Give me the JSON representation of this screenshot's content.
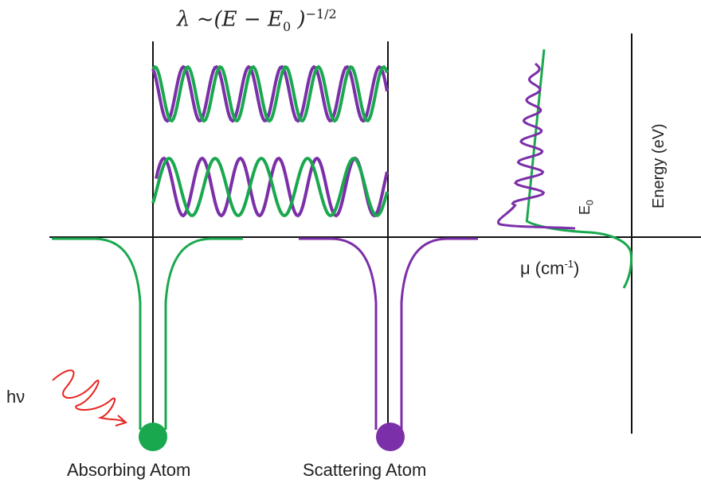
{
  "formula": {
    "lambda": "λ ~(",
    "e": "E − E",
    "sub": "0",
    "close": " )",
    "exp": "−1/2"
  },
  "labels": {
    "hv": "hν",
    "absorbing_atom": "Absorbing Atom",
    "scattering_atom": "Scattering Atom",
    "mu_prefix": "μ (cm",
    "mu_exp": "-1",
    "mu_suffix": ")",
    "e0_main": "E",
    "e0_sub": "0",
    "energy_axis": "Energy (eV)"
  },
  "colors": {
    "absorbing": "#1aa84f",
    "scattering": "#7b2fa8",
    "photon": "#e8231f",
    "axis": "#111111"
  }
}
